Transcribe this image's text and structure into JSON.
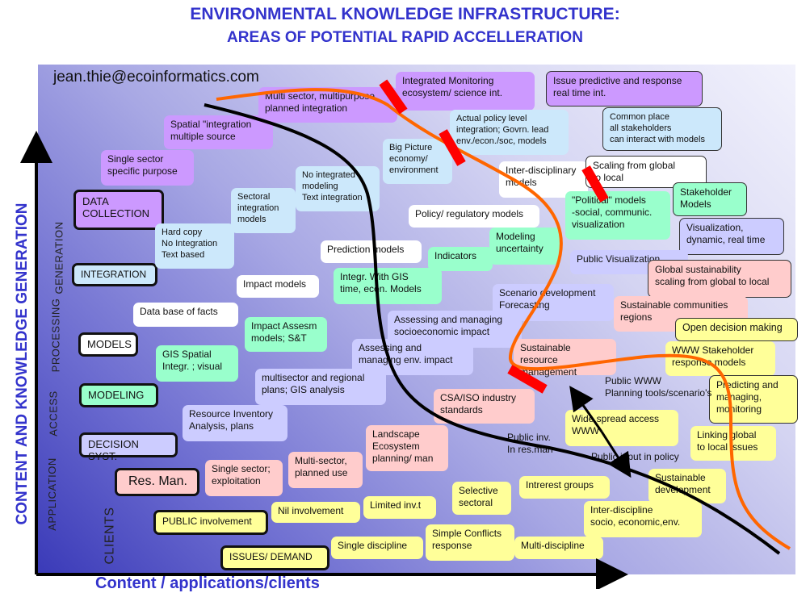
{
  "title": {
    "line1": "ENVIRONMENTAL  KNOWLEDGE INFRASTRUCTURE:",
    "line2": "AREAS OF POTENTIAL RAPID ACCELLERATION"
  },
  "email": "jean.thie@ecoinformatics.com",
  "axes": {
    "y": "CONTENT AND KNOWLEDGE GENERATION",
    "x": "Content / applications/clients"
  },
  "phases": [
    "GENERATION",
    "PROCESSING",
    "ACCESS",
    "APPLICATION",
    "CLIENTS"
  ],
  "levels": [
    "DATA\nCOLLECTION",
    "INTEGRATION",
    "MODELS",
    "MODELING",
    "DECISION SYST.",
    "Res. Man.",
    "PUBLIC involvement",
    "ISSUES/ DEMAND"
  ],
  "boxes": [
    "Integrated Monitoring\necosystem/ science int.",
    "Issue predictive and response\nreal time int.",
    "Multi sector, multipurpose\nplanned integration",
    "Spatial \"integration\nmultiple source",
    "Single sector\nspecific purpose",
    "Actual policy level\nintegration;  Govrn. lead\nenv./econ./soc, models",
    "Common place\n all stakeholders\ncan interact with models",
    "Big Picture\neconomy/\nenvironment",
    "Scaling from global\nto local",
    "Inter-disciplinary\nmodels",
    "No integrated\nmodeling\nText  integration",
    "Sectoral\nintegration\nmodels",
    "Stakeholder\nModels",
    "\"Political\" models\n-social, communic.\nvisualization",
    "Policy/ regulatory models",
    "Visualization,\ndynamic, real time",
    "Hard copy\nNo Integration\nText based",
    "Prediction models",
    "Modeling\nuncertainty",
    "Indicators",
    "Public Visualization",
    "Global sustainability\nscaling from global to local",
    "Integr. With GIS\ntime, econ. Models",
    "Impact models",
    "Scenario development\nForecasting",
    "Sustainable communities\nregions",
    "Data base of facts",
    "Assessing and managing\nsocioeconomic impact",
    "Open decision making",
    "Impact Assesm\nmodels; S&T",
    "Assessing and\nmanaging env. impact",
    "Sustainable resource\nmanagement",
    "WWW Stakeholder\nresponse models",
    "GIS Spatial\nIntegr. ; visual",
    "Predicting and\nmanaging,\nmonitoring",
    "multisector and regional\nplans; GIS analysis",
    "CSA/ISO industry\nstandards",
    "Wide spread access\nWWW",
    "Resource Inventory\nAnalysis, plans",
    "Landscape\nEcosystem\nplanning/ man",
    "Linking global\nto local issues",
    "Single sector;\nexploitation",
    "Multi-sector,\nplanned use",
    "Sustainable\ndevelopment",
    "Selective\nsectoral",
    "Intrerest groups",
    "Nil involvement",
    "Limited inv.t",
    "Inter-discipline\nsocio, economic,env.",
    "Simple Conflicts\nresponse",
    "Single discipline",
    "Multi-discipline"
  ],
  "notes": [
    "Public WWW\nPlanning tools/scenario's",
    "Public inv.\nIn res.man",
    "Public input in policy"
  ],
  "colors": {
    "title": "#3333cc",
    "curve_current": "#000000",
    "curve_potential": "#ff6600",
    "barrier": "#ff0000"
  }
}
